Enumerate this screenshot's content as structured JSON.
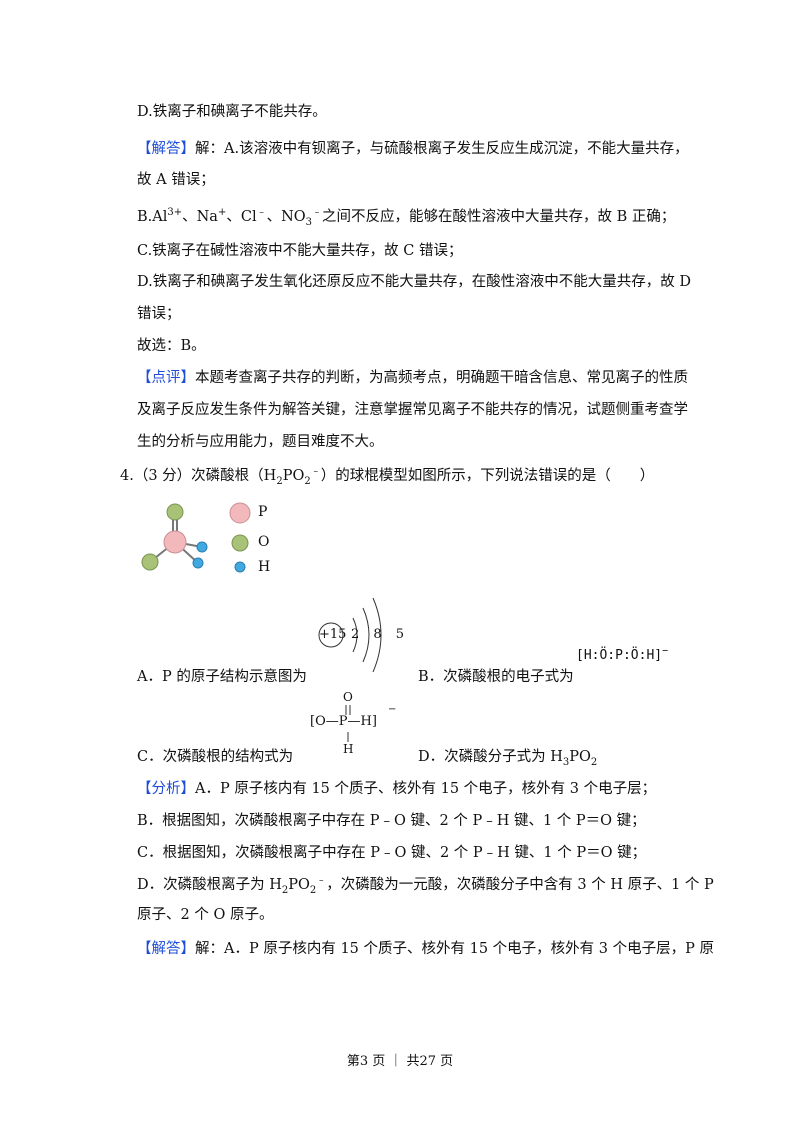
{
  "lines": {
    "l1": "D.铁离子和碘离子不能共存。",
    "l2_tag": "【解答】",
    "l2_text": "解：A.该溶液中有钡离子，与硫酸根离子发生反应生成沉淀，不能大量共存，",
    "l3": "故 A 错误；",
    "l4_a": "B.Al",
    "l4_a_sup": "3+",
    "l4_b": "、Na",
    "l4_b_sup": "+",
    "l4_c": "、Cl",
    "l4_c_sup": "﹣",
    "l4_d": "、NO",
    "l4_d_sub": "3",
    "l4_d_sup": "﹣",
    "l4_e": "之间不反应，能够在酸性溶液中大量共存，故 B 正确；",
    "l5": "C.铁离子在碱性溶液中不能大量共存，故 C 错误；",
    "l6": "D.铁离子和碘离子发生氧化还原反应不能大量共存，在酸性溶液中不能大量共存，故 D",
    "l7": "错误；",
    "l8": "故选：B。",
    "l9_tag": "【点评】",
    "l9_text": "本题考查离子共存的判断，为高频考点，明确题干暗含信息、常见离子的性质",
    "l10": "及离子反应发生条件为解答关键，注意掌握常见离子不能共存的情况，试题侧重考查学",
    "l11": "生的分析与应用能力，题目难度不大。"
  },
  "q4": {
    "prefix": "4.（3 分）次磷酸根（H",
    "sub2": "2",
    "po": "PO",
    "sub2b": "2",
    "sup": "﹣",
    "suffix": "）的球棍模型如图所示，下列说法错误的是（　　）"
  },
  "legend": {
    "p": "P",
    "o": "O",
    "h": "H"
  },
  "options": {
    "a": "A．P 的原子结构示意图为",
    "b": "B．次磷酸根的电子式为",
    "c": "C．次磷酸根的结构式为",
    "d_prefix": "D．次磷酸分子式为 H",
    "d_sub3": "3",
    "d_po": "PO",
    "d_sub2": "2"
  },
  "atom": {
    "nucleus": "+15",
    "shells": "2 8 5"
  },
  "edot": {
    "text": "[H:Ö:P:Ö:H]",
    "sup": "−"
  },
  "struct": {
    "o_top": "O",
    "row": "[O—P—H]",
    "sup": "−",
    "h_bottom": "H"
  },
  "analysis": {
    "a_tag": "【分析】",
    "a_text": "A．P 原子核内有 15 个质子、核外有 15 个电子，核外有 3 个电子层；",
    "b": "B．根据图知，次磷酸根离子中存在 P﹣O 键、2 个 P﹣H 键、1 个 P＝O 键；",
    "c": "C．根据图知，次磷酸根离子中存在 P﹣O 键、2 个 P﹣H 键、1 个 P＝O 键；",
    "d_a": "D．次磷酸根离子为 H",
    "d_sub2": "2",
    "d_po": "PO",
    "d_sub2b": "2",
    "d_sup": "﹣",
    "d_b": "，次磷酸为一元酸，次磷酸分子中含有 3 个 H 原子、1 个 P",
    "e": "原子、2 个 O 原子。",
    "ans_tag": "【解答】",
    "ans_text": "解：A．P 原子核内有 15 个质子、核外有 15 个电子，核外有 3 个电子层，P 原"
  },
  "footer": {
    "text": "第3 页 ｜ 共27 页"
  },
  "colors": {
    "tag": "#1f4fd8",
    "p_ball": "#f2b8bb",
    "o_ball": "#a8c277",
    "h_ball": "#3fa9e0"
  }
}
